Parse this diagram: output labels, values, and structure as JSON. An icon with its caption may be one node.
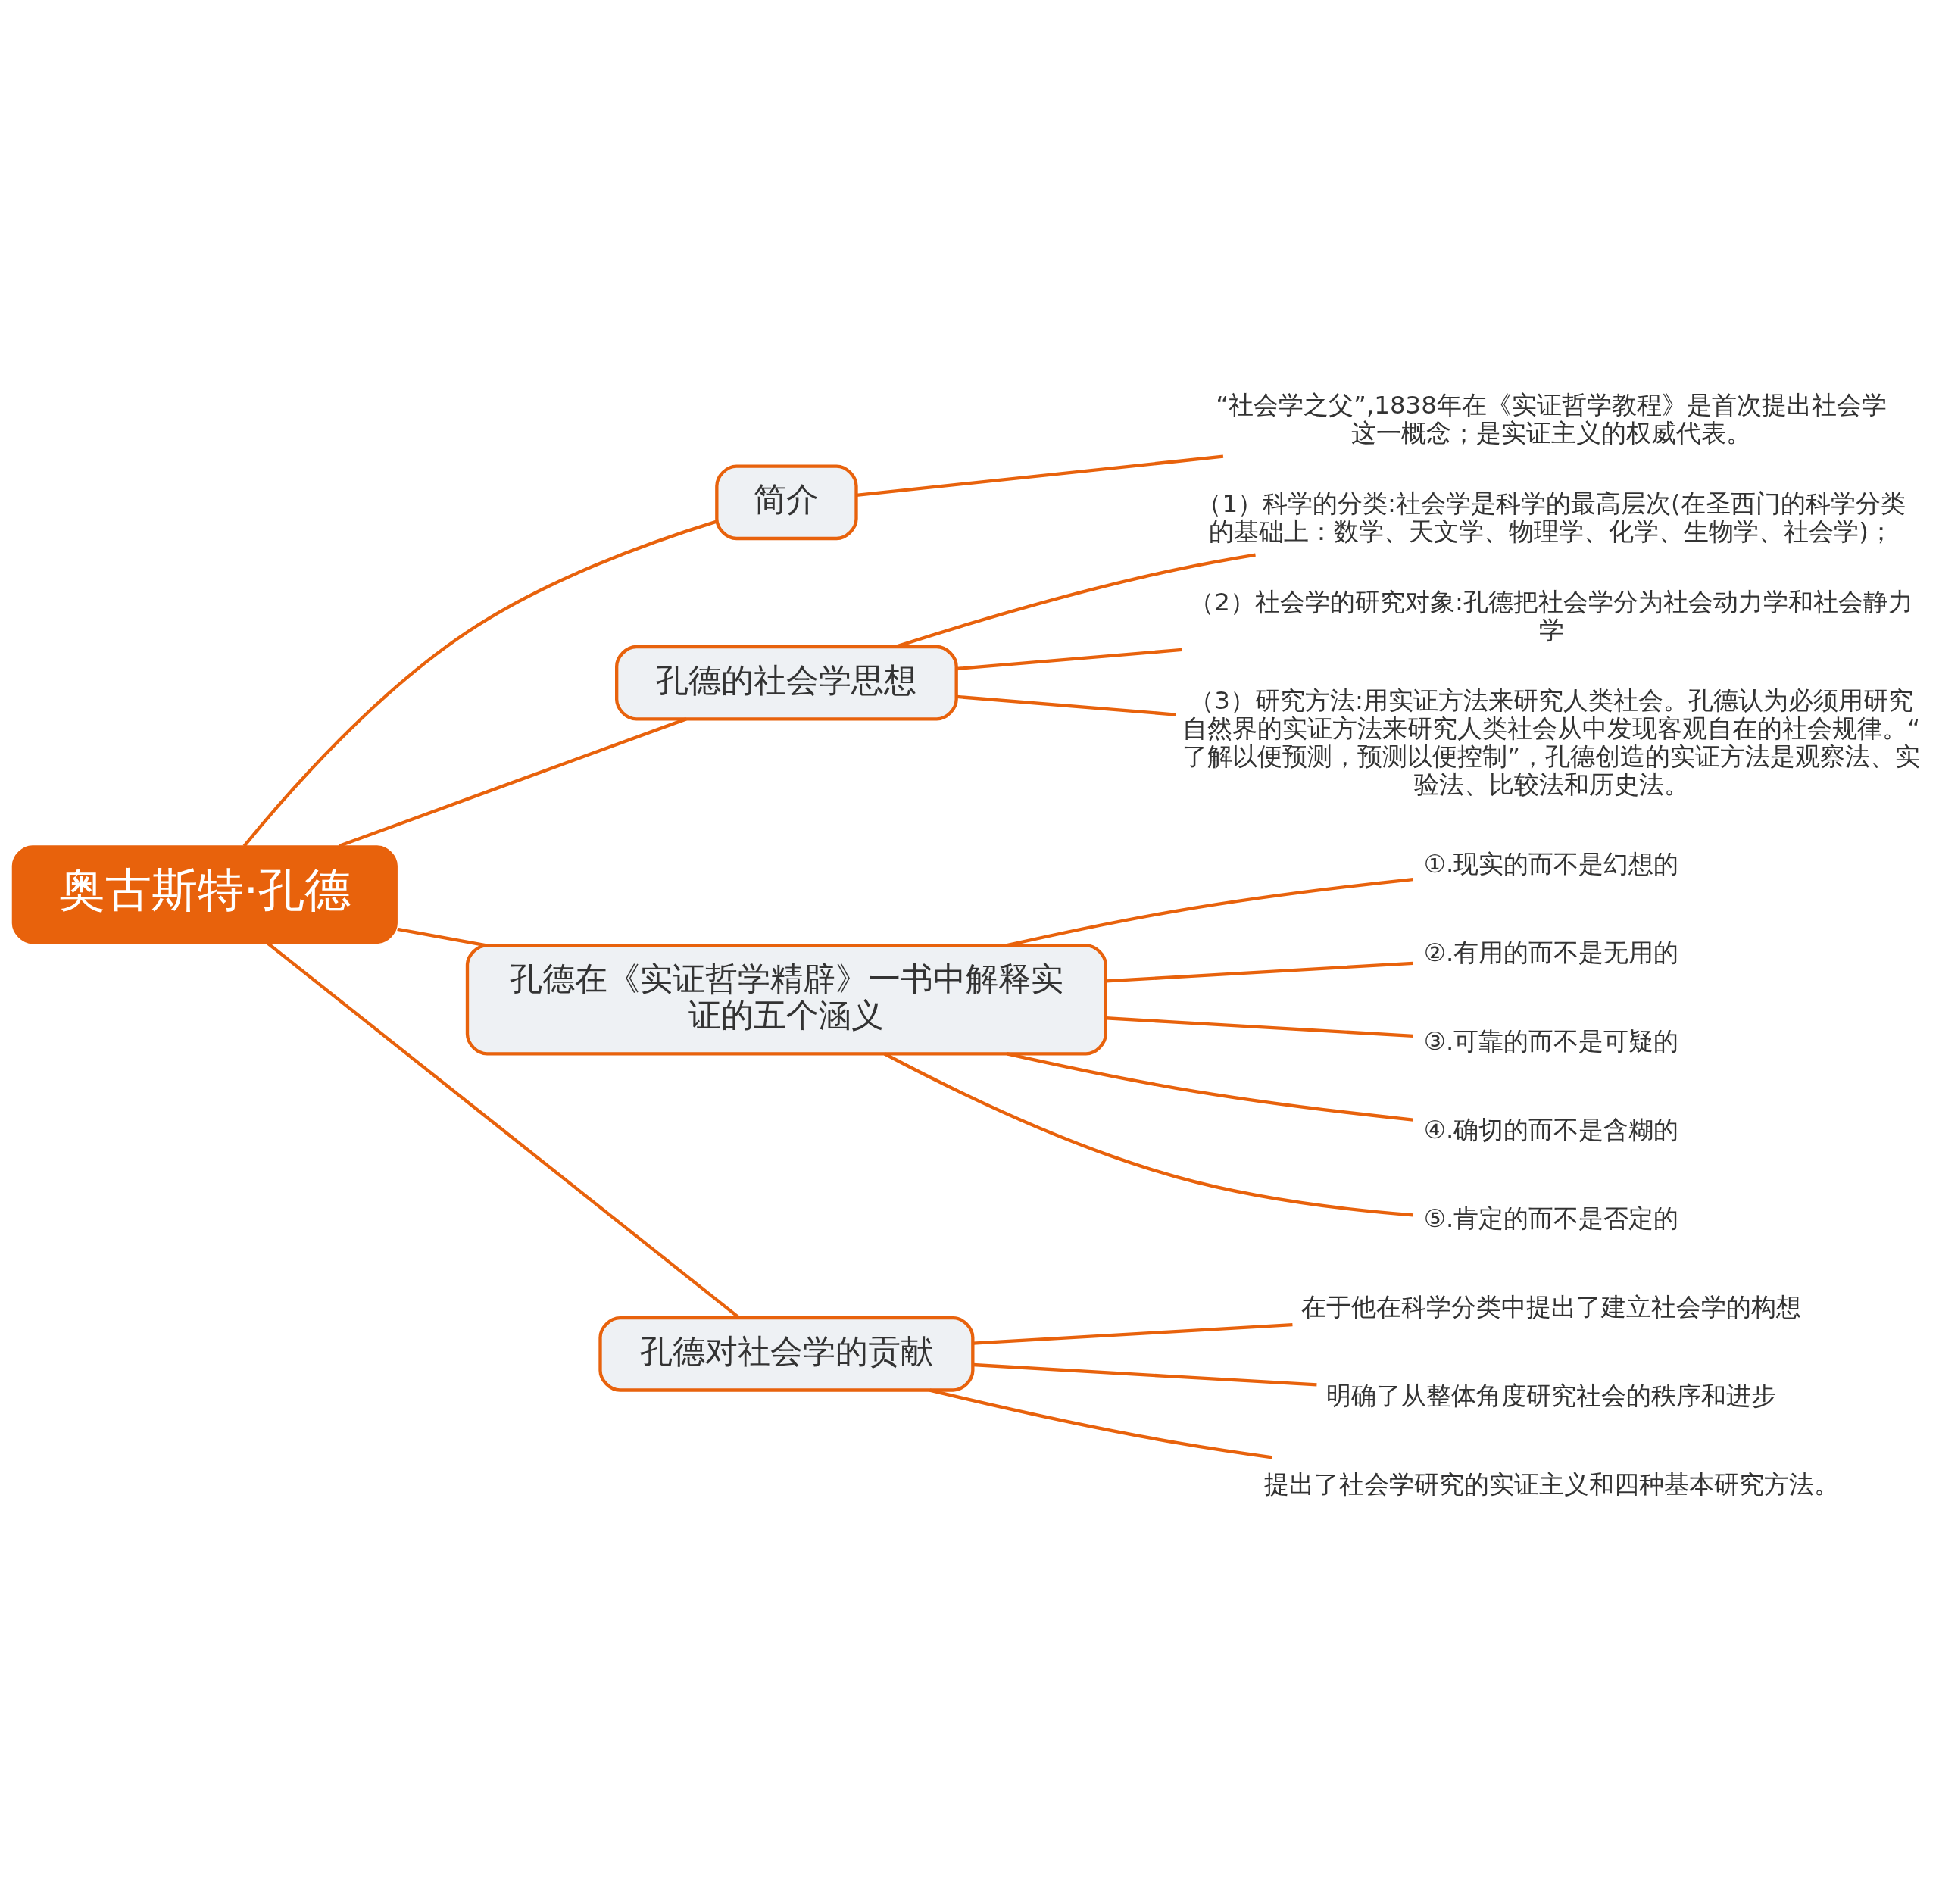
{
  "diagram": {
    "nodes": [
      {
        "text": [
          "奥古斯特·孔德"
        ]
      },
      {
        "text": [
          "简介"
        ]
      },
      {
        "text": [
          "“社会学之父”,1838年在《实证哲学教程》是首次提出社会学这一概念；是实证主义的权威代表。"
        ]
      },
      {
        "text": [
          "孔德的社会学思想"
        ]
      },
      {
        "text": [
          "（1）科学的分类:社会学是科学的最高层次(在圣西门的科学分类的基础上：数学、天文学、物理学、化学、生物学、社会学)；"
        ]
      },
      {
        "text": [
          "（2）社会学的研究对象:孔德把社会学分为社会动力学和社会静力学"
        ]
      },
      {
        "text": [
          "（3）研究方法:用实证方法来研究人类社会。孔德认为必须用研究自然界的实证方法来研究人类社会从中发现客观自在的社会规律。“了解以便预测，预测以便控制”，孔德创造的实证方法是观察法、实验法、比较法和历史法。"
        ]
      },
      {
        "text": [
          "孔德在《实证哲学精辟》一书中解释实证的五个涵义"
        ]
      },
      {
        "text": [
          "①.现实的而不是幻想的"
        ]
      },
      {
        "text": [
          "②.有用的而不是无用的"
        ]
      },
      {
        "text": [
          "③.可靠的而不是可疑的"
        ]
      },
      {
        "text": [
          "④.确切的而不是含糊的"
        ]
      },
      {
        "text": [
          "⑤.肯定的而不是否定的"
        ]
      },
      {
        "text": [
          "孔德对社会学的贡献"
        ]
      },
      {
        "text": [
          "在于他在科学分类中提出了建立社会学的构想"
        ]
      },
      {
        "text": [
          "明确了从整体角度研究社会的秩序和进步"
        ]
      },
      {
        "text": [
          "提出了社会学研究的实证主义和四种基本研究方法。"
        ]
      }
    ],
    "edges": [
      {
        "from": 0,
        "to": 1,
        "arrow": "none"
      },
      {
        "from": 1,
        "to": 2,
        "arrow": "none"
      },
      {
        "from": 0,
        "to": 3,
        "arrow": "none"
      },
      {
        "from": 3,
        "to": 4,
        "arrow": "none"
      },
      {
        "from": 3,
        "to": 5,
        "arrow": "none"
      },
      {
        "from": 3,
        "to": 6,
        "arrow": "none"
      },
      {
        "from": 0,
        "to": 7,
        "arrow": "none"
      },
      {
        "from": 7,
        "to": 8,
        "arrow": "none"
      },
      {
        "from": 7,
        "to": 9,
        "arrow": "none"
      },
      {
        "from": 7,
        "to": 10,
        "arrow": "none"
      },
      {
        "from": 7,
        "to": 11,
        "arrow": "none"
      },
      {
        "from": 7,
        "to": 12,
        "arrow": "none"
      },
      {
        "from": 0,
        "to": 13,
        "arrow": "none"
      },
      {
        "from": 13,
        "to": 14,
        "arrow": "none"
      },
      {
        "from": 13,
        "to": 15,
        "arrow": "none"
      },
      {
        "from": 13,
        "to": 16,
        "arrow": "none"
      }
    ]
  }
}
